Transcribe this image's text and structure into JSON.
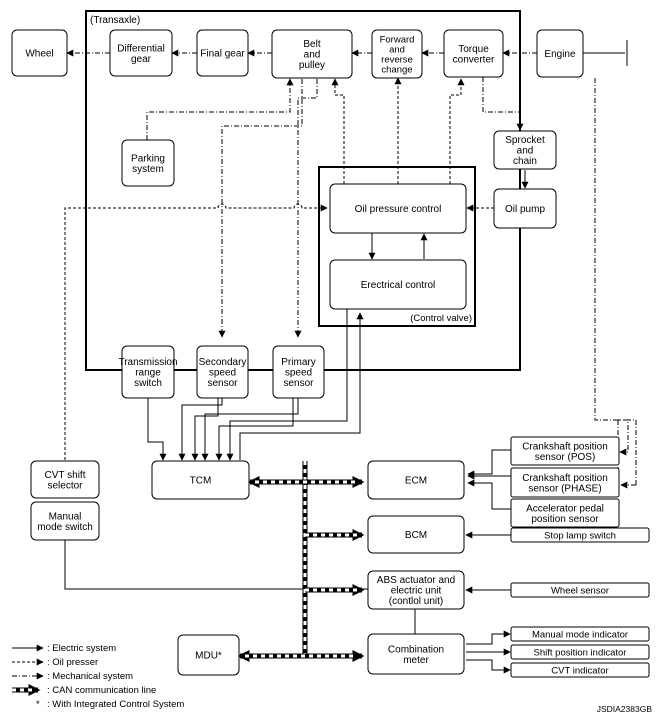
{
  "diagram": {
    "ref_code": "JSDIA2383GB",
    "transaxle_label": "(Transaxle)",
    "control_valve_label": "(Control valve)",
    "blocks": {
      "wheel": [
        "Wheel"
      ],
      "differential_gear": [
        "Differential",
        "gear"
      ],
      "final_gear": [
        "Final gear"
      ],
      "belt_pulley": [
        "Belt",
        "and",
        "pulley"
      ],
      "forward_reverse": [
        "Forward",
        "and",
        "reverse",
        "change"
      ],
      "torque_converter": [
        "Torque",
        "converter"
      ],
      "engine": [
        "Engine"
      ],
      "sprocket_chain": [
        "Sprocket",
        "and",
        "chain"
      ],
      "parking_system": [
        "Parking",
        "system"
      ],
      "oil_pressure_control": [
        "Oil pressure control"
      ],
      "oil_pump": [
        "Oil pump"
      ],
      "electrical_control": [
        "Erectrical control"
      ],
      "transmission_range_switch": [
        "Transmission",
        "range",
        "switch"
      ],
      "secondary_speed_sensor": [
        "Secondary",
        "speed",
        "sensor"
      ],
      "primary_speed_sensor": [
        "Primary",
        "speed",
        "sensor"
      ],
      "cvt_shift_selector": [
        "CVT shift",
        "selector"
      ],
      "manual_mode_switch": [
        "Manual",
        "mode switch"
      ],
      "tcm": [
        "TCM"
      ],
      "ecm": [
        "ECM"
      ],
      "bcm": [
        "BCM"
      ],
      "abs_actuator": [
        "ABS actuator and",
        "electric unit",
        "(contlol unit)"
      ],
      "mdu": [
        "MDU*"
      ],
      "combination_meter": [
        "Combination",
        "meter"
      ],
      "crank_pos": [
        "Crankshaft position",
        "sensor (POS)"
      ],
      "crank_phase": [
        "Crankshaft position",
        "sensor (PHASE)"
      ],
      "accel_pedal": [
        "Accelerator pedal",
        "position sensor"
      ],
      "stop_lamp_switch": [
        "Stop lamp switch"
      ],
      "wheel_sensor": [
        "Wheel sensor"
      ],
      "manual_mode_indicator": [
        "Manual mode indicator"
      ],
      "shift_position_indicator": [
        "Shift position indicator"
      ],
      "cvt_indicator": [
        "CVT indicator"
      ]
    },
    "legend": [
      {
        "style": "electric",
        "label": ": Electric system"
      },
      {
        "style": "oil",
        "label": ": Oil presser"
      },
      {
        "style": "mechanical",
        "label": ": Mechanical system"
      },
      {
        "style": "can",
        "label": ": CAN communication line"
      },
      {
        "style": "note",
        "symbol": "*",
        "label": ": With Integrated Control System"
      }
    ]
  }
}
